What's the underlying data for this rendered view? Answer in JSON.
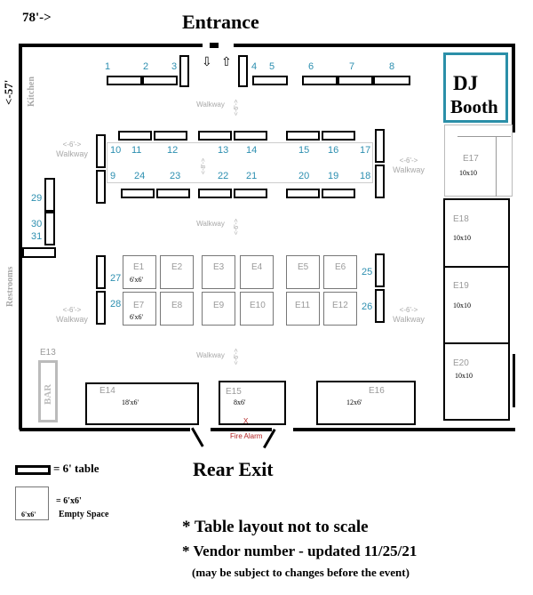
{
  "header": {
    "width_label": "78'->",
    "entrance": "Entrance",
    "depth_label": "<-57'"
  },
  "rooms": {
    "kitchen": "Kitchen",
    "restrooms": "Restrooms",
    "bar": "BAR",
    "dj_booth_line1": "DJ",
    "dj_booth_line2": "Booth",
    "rear_exit": "Rear Exit",
    "fire_alarm": "Fire Alarm",
    "fire_alarm_mark": "X"
  },
  "walkways": {
    "label": "Walkway",
    "dim6": "<-6'->",
    "dim8": "<-8'->"
  },
  "tables": [
    "1",
    "2",
    "3",
    "4",
    "5",
    "6",
    "7",
    "8",
    "9",
    "10",
    "11",
    "12",
    "13",
    "14",
    "15",
    "16",
    "17",
    "18",
    "19",
    "20",
    "21",
    "22",
    "23",
    "24",
    "25",
    "26",
    "27",
    "28",
    "29",
    "30",
    "31"
  ],
  "spaces": {
    "row1": [
      "E1",
      "E2",
      "E3",
      "E4",
      "E5",
      "E6"
    ],
    "row2": [
      "E7",
      "E8",
      "E9",
      "E10",
      "E11",
      "E12"
    ],
    "size_6x6": "6'x6'"
  },
  "large_spaces": {
    "e13": "E13",
    "e14": "E14",
    "e14_size": "18'x6'",
    "e15": "E15",
    "e15_size": "8x6'",
    "e16": "E16",
    "e16_size": "12x6'",
    "e17": "E17",
    "e17_size": "10x10",
    "e18": "E18",
    "e18_size": "10x10",
    "e19": "E19",
    "e19_size": "10x10",
    "e20": "E20",
    "e20_size": "10x10"
  },
  "legend": {
    "table": "= 6' table",
    "space_eq": "= 6'x6'",
    "space_desc": "Empty Space",
    "space_size": "6'x6'"
  },
  "notes": {
    "note1": "* Table layout not to scale",
    "note2": "*  Vendor number - updated 11/25/21",
    "note3": "(may be subject to changes before the event)"
  },
  "colors": {
    "table_number": "#2d8fb0",
    "dj_border": "#2b8fa8",
    "walkway": "#a8a8a8",
    "fire_alarm": "#b22222"
  }
}
